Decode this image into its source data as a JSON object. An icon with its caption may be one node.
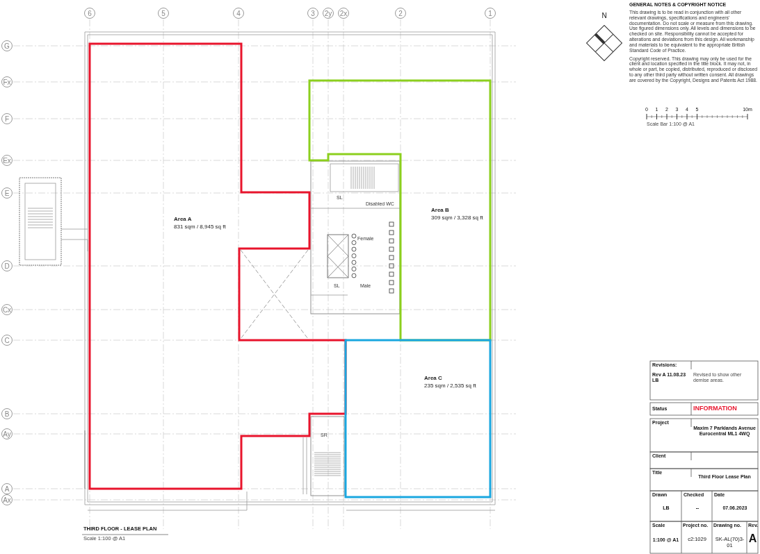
{
  "diagram": {
    "nodes": [
      {
        "text": [
          "Area A",
          "831 sqm / 8,945 sq ft"
        ]
      },
      {
        "text": [
          "Area B",
          "309 sqm / 3,328 sq ft"
        ]
      },
      {
        "text": [
          "Area C",
          "235 sqm / 2,535 sq ft"
        ]
      }
    ],
    "labels": [
      "6",
      "5",
      "4",
      "3",
      "2y",
      "2x",
      "2",
      "1",
      "G",
      "Fx",
      "F",
      "Ex",
      "E",
      "D",
      "Cx",
      "C",
      "B",
      "Ay",
      "A",
      "Ax",
      "GENERAL NOTES & COPYRIGHT NOTICE",
      "This drawing is to be read in conjunction with all other relevant drawings, specifications and engineers' documentation. Do not scale or measure from this drawing. Use figured dimensions only. All levels and dimensions to be checked on site. Responsibility cannot be accepted for alterations and deviations from this design. All workmanship and materials to be equivalent to the appropriate British Standard Code of Practice.",
      "Copyright reserved. This drawing may only be used for the client and location specified in the title block. It may not, in whole or part, be copied, distributed, reproduced or disclosed to any other third party without written consent. All drawings are covered by the Copyright, Designs and Patents Act 1988.",
      "N",
      "0",
      "1",
      "2",
      "3",
      "4",
      "5",
      "10m",
      "Scale Bar 1:100 @ A1",
      "SL",
      "Disabled WC",
      "Female",
      "SL",
      "Male",
      "SR",
      "THIRD FLOOR - LEASE PLAN",
      "Scale 1:100 @ A1",
      "Revisions:",
      "Rev A 11.08.23 LB",
      "Revised to show other demise areas.",
      "Status",
      "INFORMATION",
      "Project",
      "Maxim 7 Parklands Avenue Eurocentral ML1 4WQ",
      "Client",
      "Title",
      "Third Floor Lease Plan",
      "Drawn",
      "LB",
      "Checked",
      "--",
      "Date",
      "07.06.2023",
      "Scale",
      "1:100 @ A1",
      "Project no.",
      "c2:1029",
      "Drawing no.",
      "SK-AL(70)3-01",
      "Rev.",
      "A"
    ]
  }
}
